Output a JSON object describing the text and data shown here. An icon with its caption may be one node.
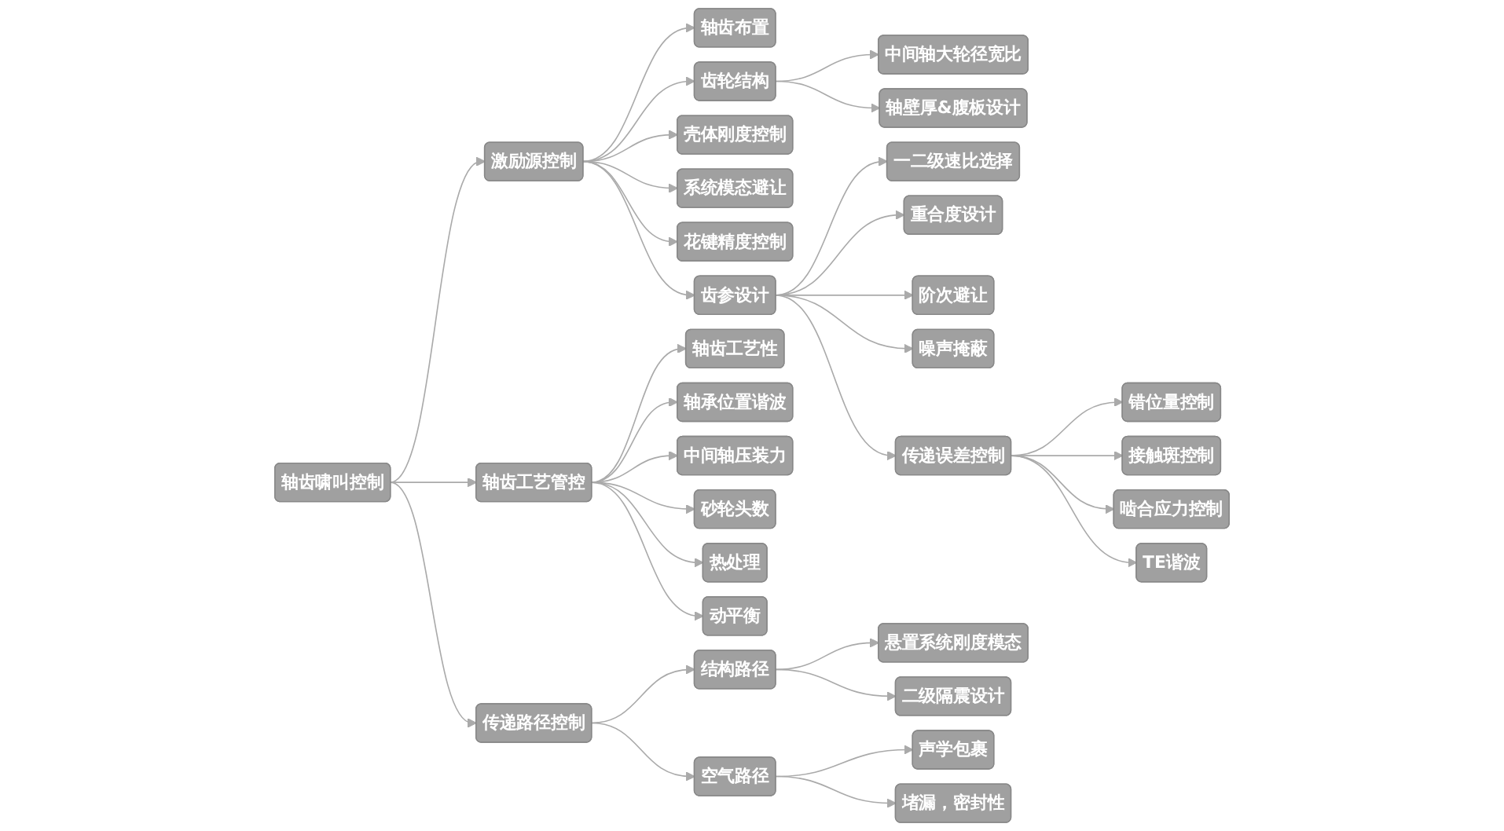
{
  "diagram": {
    "nodes": [
      {
        "text": [
          "轴齿啸叫控制"
        ]
      },
      {
        "text": [
          "激励源控制"
        ]
      },
      {
        "text": [
          "轴齿布置"
        ]
      },
      {
        "text": [
          "齿轮结构"
        ]
      },
      {
        "text": [
          "中间轴大轮径宽比"
        ]
      },
      {
        "text": [
          "轴壁厚&腹板设计"
        ]
      },
      {
        "text": [
          "壳体刚度控制"
        ]
      },
      {
        "text": [
          "系统模态避让"
        ]
      },
      {
        "text": [
          "花键精度控制"
        ]
      },
      {
        "text": [
          "齿参设计"
        ]
      },
      {
        "text": [
          "一二级速比选择"
        ]
      },
      {
        "text": [
          "重合度设计"
        ]
      },
      {
        "text": [
          "阶次避让"
        ]
      },
      {
        "text": [
          "噪声掩蔽"
        ]
      },
      {
        "text": [
          "传递误差控制"
        ]
      },
      {
        "text": [
          "错位量控制"
        ]
      },
      {
        "text": [
          "接触斑控制"
        ]
      },
      {
        "text": [
          "啮合应力控制"
        ]
      },
      {
        "text": [
          "TE谐波"
        ]
      },
      {
        "text": [
          "轴齿工艺管控"
        ]
      },
      {
        "text": [
          "轴齿工艺性"
        ]
      },
      {
        "text": [
          "轴承位置谐波"
        ]
      },
      {
        "text": [
          "中间轴压装力"
        ]
      },
      {
        "text": [
          "砂轮头数"
        ]
      },
      {
        "text": [
          "热处理"
        ]
      },
      {
        "text": [
          "动平衡"
        ]
      },
      {
        "text": [
          "传递路径控制"
        ]
      },
      {
        "text": [
          "结构路径"
        ]
      },
      {
        "text": [
          "悬置系统刚度模态"
        ]
      },
      {
        "text": [
          "二级隔震设计"
        ]
      },
      {
        "text": [
          "空气路径"
        ]
      },
      {
        "text": [
          "声学包裹"
        ]
      },
      {
        "text": [
          "堵漏，密封性"
        ]
      }
    ],
    "edges": [
      {
        "from": 0,
        "to": 1,
        "arrow": "to"
      },
      {
        "from": 1,
        "to": 2,
        "arrow": "to"
      },
      {
        "from": 1,
        "to": 3,
        "arrow": "to"
      },
      {
        "from": 3,
        "to": 4,
        "arrow": "to"
      },
      {
        "from": 3,
        "to": 5,
        "arrow": "to"
      },
      {
        "from": 1,
        "to": 6,
        "arrow": "to"
      },
      {
        "from": 1,
        "to": 7,
        "arrow": "to"
      },
      {
        "from": 1,
        "to": 8,
        "arrow": "to"
      },
      {
        "from": 1,
        "to": 9,
        "arrow": "to"
      },
      {
        "from": 9,
        "to": 10,
        "arrow": "to"
      },
      {
        "from": 9,
        "to": 11,
        "arrow": "to"
      },
      {
        "from": 9,
        "to": 12,
        "arrow": "to"
      },
      {
        "from": 9,
        "to": 13,
        "arrow": "to"
      },
      {
        "from": 9,
        "to": 14,
        "arrow": "to"
      },
      {
        "from": 14,
        "to": 15,
        "arrow": "to"
      },
      {
        "from": 14,
        "to": 16,
        "arrow": "to"
      },
      {
        "from": 14,
        "to": 17,
        "arrow": "to"
      },
      {
        "from": 14,
        "to": 18,
        "arrow": "to"
      },
      {
        "from": 0,
        "to": 19,
        "arrow": "to"
      },
      {
        "from": 19,
        "to": 20,
        "arrow": "to"
      },
      {
        "from": 19,
        "to": 21,
        "arrow": "to"
      },
      {
        "from": 19,
        "to": 22,
        "arrow": "to"
      },
      {
        "from": 19,
        "to": 23,
        "arrow": "to"
      },
      {
        "from": 19,
        "to": 24,
        "arrow": "to"
      },
      {
        "from": 19,
        "to": 25,
        "arrow": "to"
      },
      {
        "from": 0,
        "to": 26,
        "arrow": "to"
      },
      {
        "from": 26,
        "to": 27,
        "arrow": "to"
      },
      {
        "from": 27,
        "to": 28,
        "arrow": "to"
      },
      {
        "from": 27,
        "to": 29,
        "arrow": "to"
      },
      {
        "from": 26,
        "to": 30,
        "arrow": "to"
      },
      {
        "from": 30,
        "to": 31,
        "arrow": "to"
      },
      {
        "from": 30,
        "to": 32,
        "arrow": "to"
      }
    ]
  }
}
